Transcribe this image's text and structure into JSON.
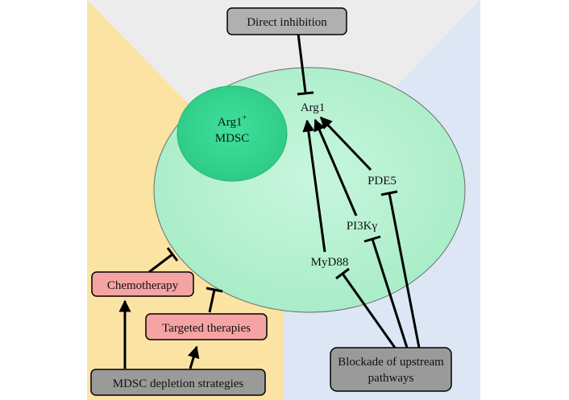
{
  "colors": {
    "left_region": "#fbe3a3",
    "top_region": "#ececec",
    "right_region": "#dce6f4",
    "cell_fill": "#b5f0d0",
    "nucleus_fill": "#36d894",
    "red_box": "#f39a9a",
    "gray_box": "#9a9a9a",
    "line": "#000000"
  },
  "cell": {
    "nucleus_line1": "Arg1",
    "nucleus_sup": "+",
    "nucleus_line2": "MDSC"
  },
  "nodes": {
    "arg1": "Arg1",
    "pde5": "PDE5",
    "pi3k": "PI3Kγ",
    "myd88": "MyD88"
  },
  "boxes": {
    "direct_inhibition": "Direct inhibition",
    "chemotherapy": "Chemotherapy",
    "targeted_therapies": "Targeted therapies",
    "mdsc_depletion": "MDSC depletion strategies",
    "blockade_line1": "Blockade of upstream",
    "blockade_line2": "pathways"
  }
}
